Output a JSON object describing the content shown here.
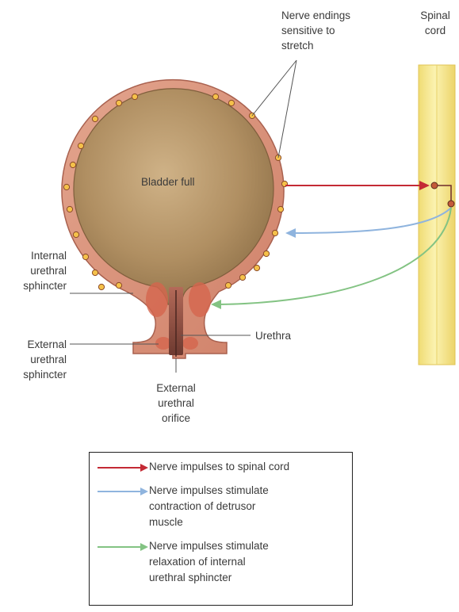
{
  "labels": {
    "nerve_endings": [
      "Nerve endings",
      "sensitive to",
      "stretch"
    ],
    "spinal_cord": [
      "Spinal",
      "cord"
    ],
    "bladder": "Bladder full",
    "internal_sphincter": [
      "Internal",
      "urethral",
      "sphincter"
    ],
    "external_sphincter": [
      "External",
      "urethral",
      "sphincter"
    ],
    "urethra": "Urethra",
    "external_orifice": [
      "External",
      "urethral",
      "orifice"
    ]
  },
  "legend": [
    {
      "color": "#c42a35",
      "lines": [
        "Nerve impulses to spinal cord"
      ]
    },
    {
      "color": "#8fb4de",
      "lines": [
        "Nerve impulses stimulate",
        "contraction of detrusor",
        "muscle"
      ]
    },
    {
      "color": "#83c383",
      "lines": [
        "Nerve impulses stimulate",
        "relaxation of internal",
        "urethral sphincter"
      ]
    }
  ],
  "colors": {
    "bladder_wall": "#d9927a",
    "bladder_lumen": "#b08f62",
    "spinal_cord": "#f7e98c",
    "nerve_ending": "#f5c14a"
  }
}
